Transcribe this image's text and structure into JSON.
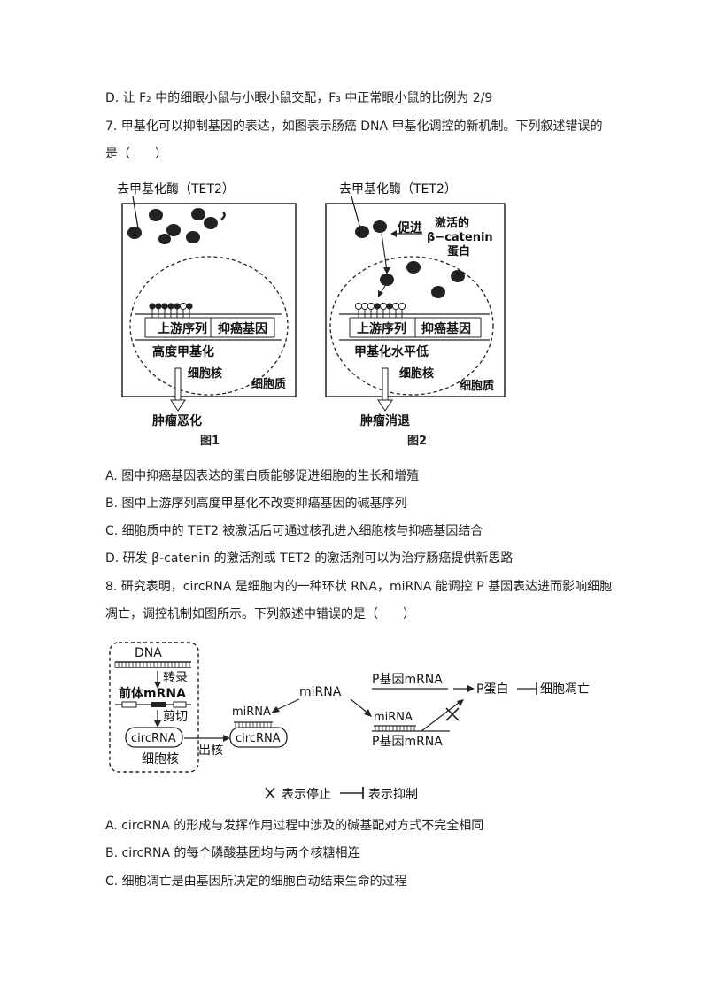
{
  "q6": {
    "option_d": "D. 让 F₂ 中的细眼小鼠与小眼小鼠交配，F₃ 中正常眼小鼠的比例为 2/9"
  },
  "q7": {
    "stem_line1": "7. 甲基化可以抑制基因的表达，如图表示肠癌 DNA 甲基化调控的新机制。下列叙述错误的",
    "stem_line2": "是（　　）",
    "fig1": {
      "enzyme_label": "去甲基化酶（TET2）",
      "upstream": "上游序列",
      "gene": "抑癌基因",
      "methyl_state": "高度甲基化",
      "nucleus": "细胞核",
      "cytoplasm": "细胞质",
      "outcome": "肿瘤恶化",
      "caption": "图1"
    },
    "fig2": {
      "enzyme_label": "去甲基化酶（TET2）",
      "promote": "促进",
      "activated_line1": "激活的",
      "activated_line2": "β−catenin",
      "activated_line3": "蛋白",
      "upstream": "上游序列",
      "gene": "抑癌基因",
      "methyl_state": "甲基化水平低",
      "nucleus": "细胞核",
      "cytoplasm": "细胞质",
      "outcome": "肿瘤消退",
      "caption": "图2"
    },
    "options": [
      "A. 图中抑癌基因表达的蛋白质能够促进细胞的生长和增殖",
      "B. 图中上游序列高度甲基化不改变抑癌基因的碱基序列",
      "C. 细胞质中的 TET2 被激活后可通过核孔进入细胞核与抑癌基因结合",
      "D. 研发 β-catenin 的激活剂或 TET2 的激活剂可以为治疗肠癌提供新思路"
    ]
  },
  "q8": {
    "stem_line1": "8. 研究表明，circRNA 是细胞内的一种环状 RNA，miRNA 能调控 P 基因表达进而影响细胞",
    "stem_line2": "凋亡，调控机制如图所示。下列叙述中错误的是（　　）",
    "diagram": {
      "dna": "DNA",
      "transcription": "转录",
      "pre_mrna": "前体mRNA",
      "splicing": "剪切",
      "circrna": "circRNA",
      "nucleus": "细胞核",
      "export": "出核",
      "mirna": "miRNA",
      "p_gene_mrna": "P基因mRNA",
      "p_protein": "P蛋白",
      "apoptosis": "细胞凋亡",
      "legend_stop": "表示停止",
      "legend_inhibit": "表示抑制"
    },
    "options": [
      "A. circRNA 的形成与发挥作用过程中涉及的碱基配对方式不完全相同",
      "B. circRNA 的每个磷酸基团均与两个核糖相连",
      "C. 细胞凋亡是由基因所决定的细胞自动结束生命的过程"
    ]
  }
}
